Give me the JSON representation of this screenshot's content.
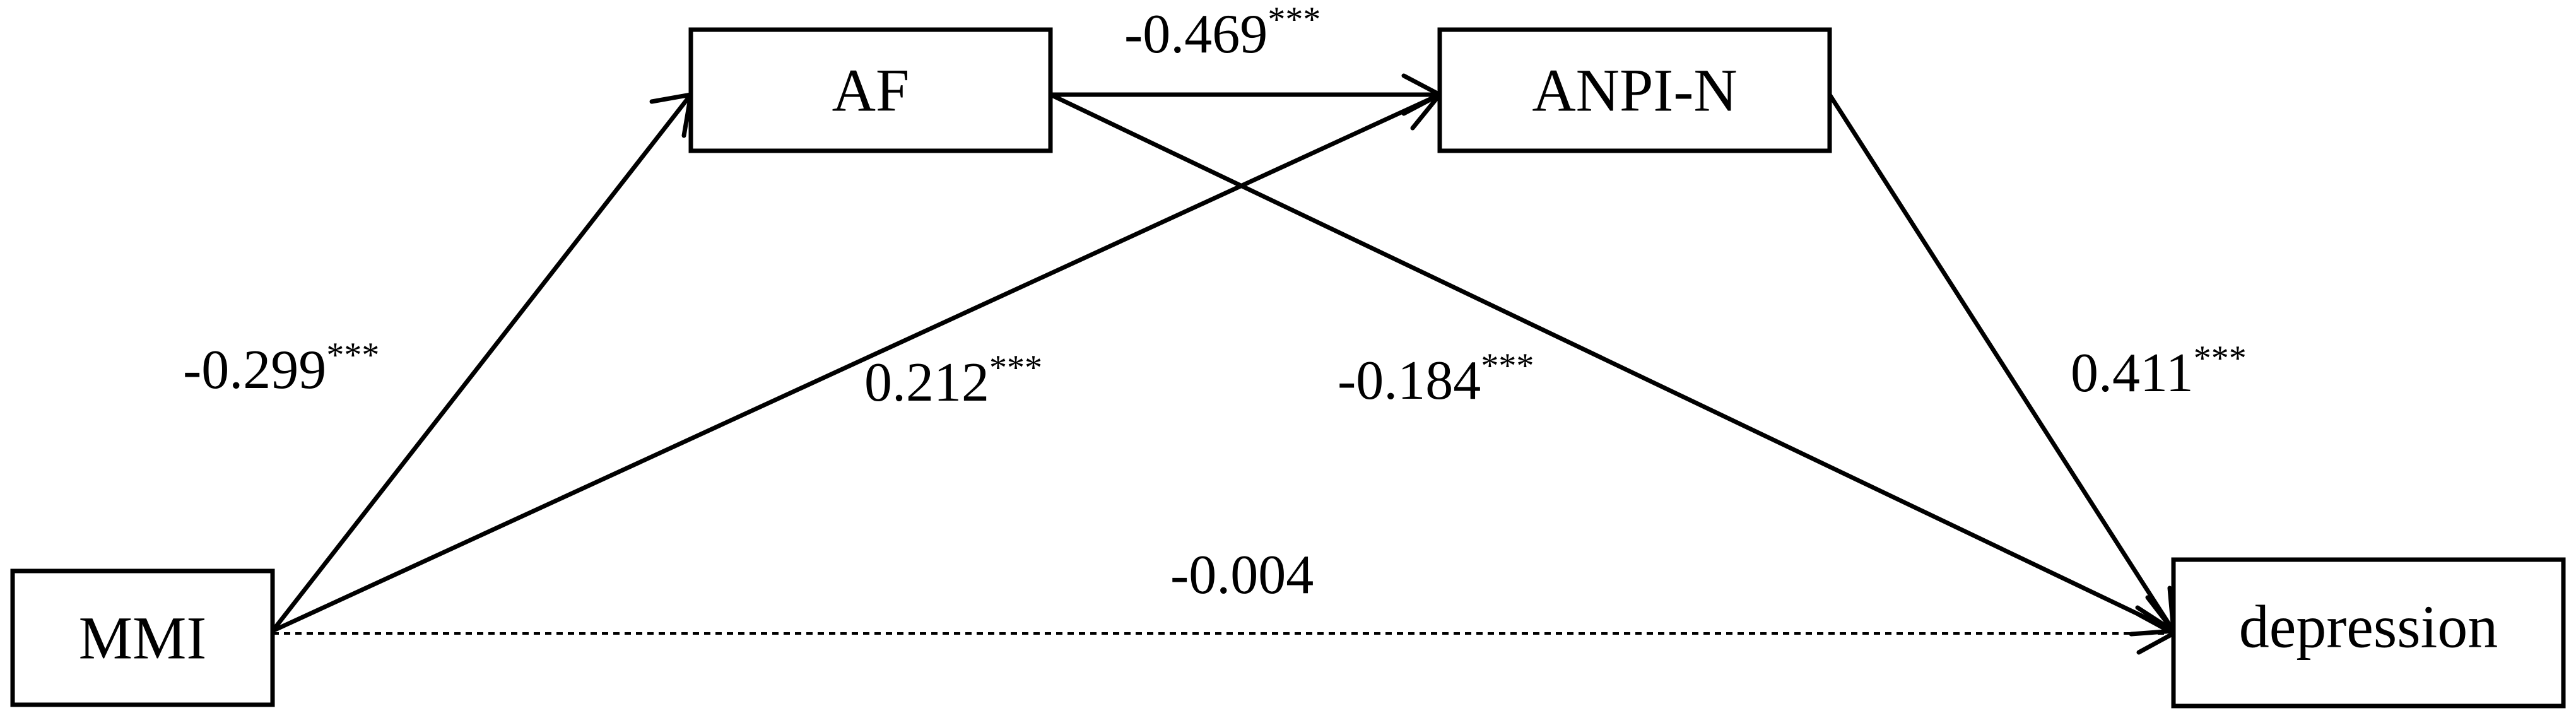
{
  "nodes": {
    "af": "AF",
    "anpi_n": "ANPI-N",
    "mmi": "MMI",
    "depression": "depression"
  },
  "paths": {
    "af_to_anpi_n": {
      "coef": "-0.469",
      "sig": "***"
    },
    "mmi_to_af": {
      "coef": "-0.299",
      "sig": "***"
    },
    "mmi_to_anpi_n": {
      "coef": "0.212",
      "sig": "***"
    },
    "af_to_depression": {
      "coef": "-0.184",
      "sig": "***"
    },
    "anpi_n_to_depression": {
      "coef": "0.411",
      "sig": "***"
    },
    "mmi_to_depression": {
      "coef": "-0.004",
      "sig": ""
    }
  },
  "colors": {
    "stroke": "#000000",
    "background": "#ffffff"
  }
}
